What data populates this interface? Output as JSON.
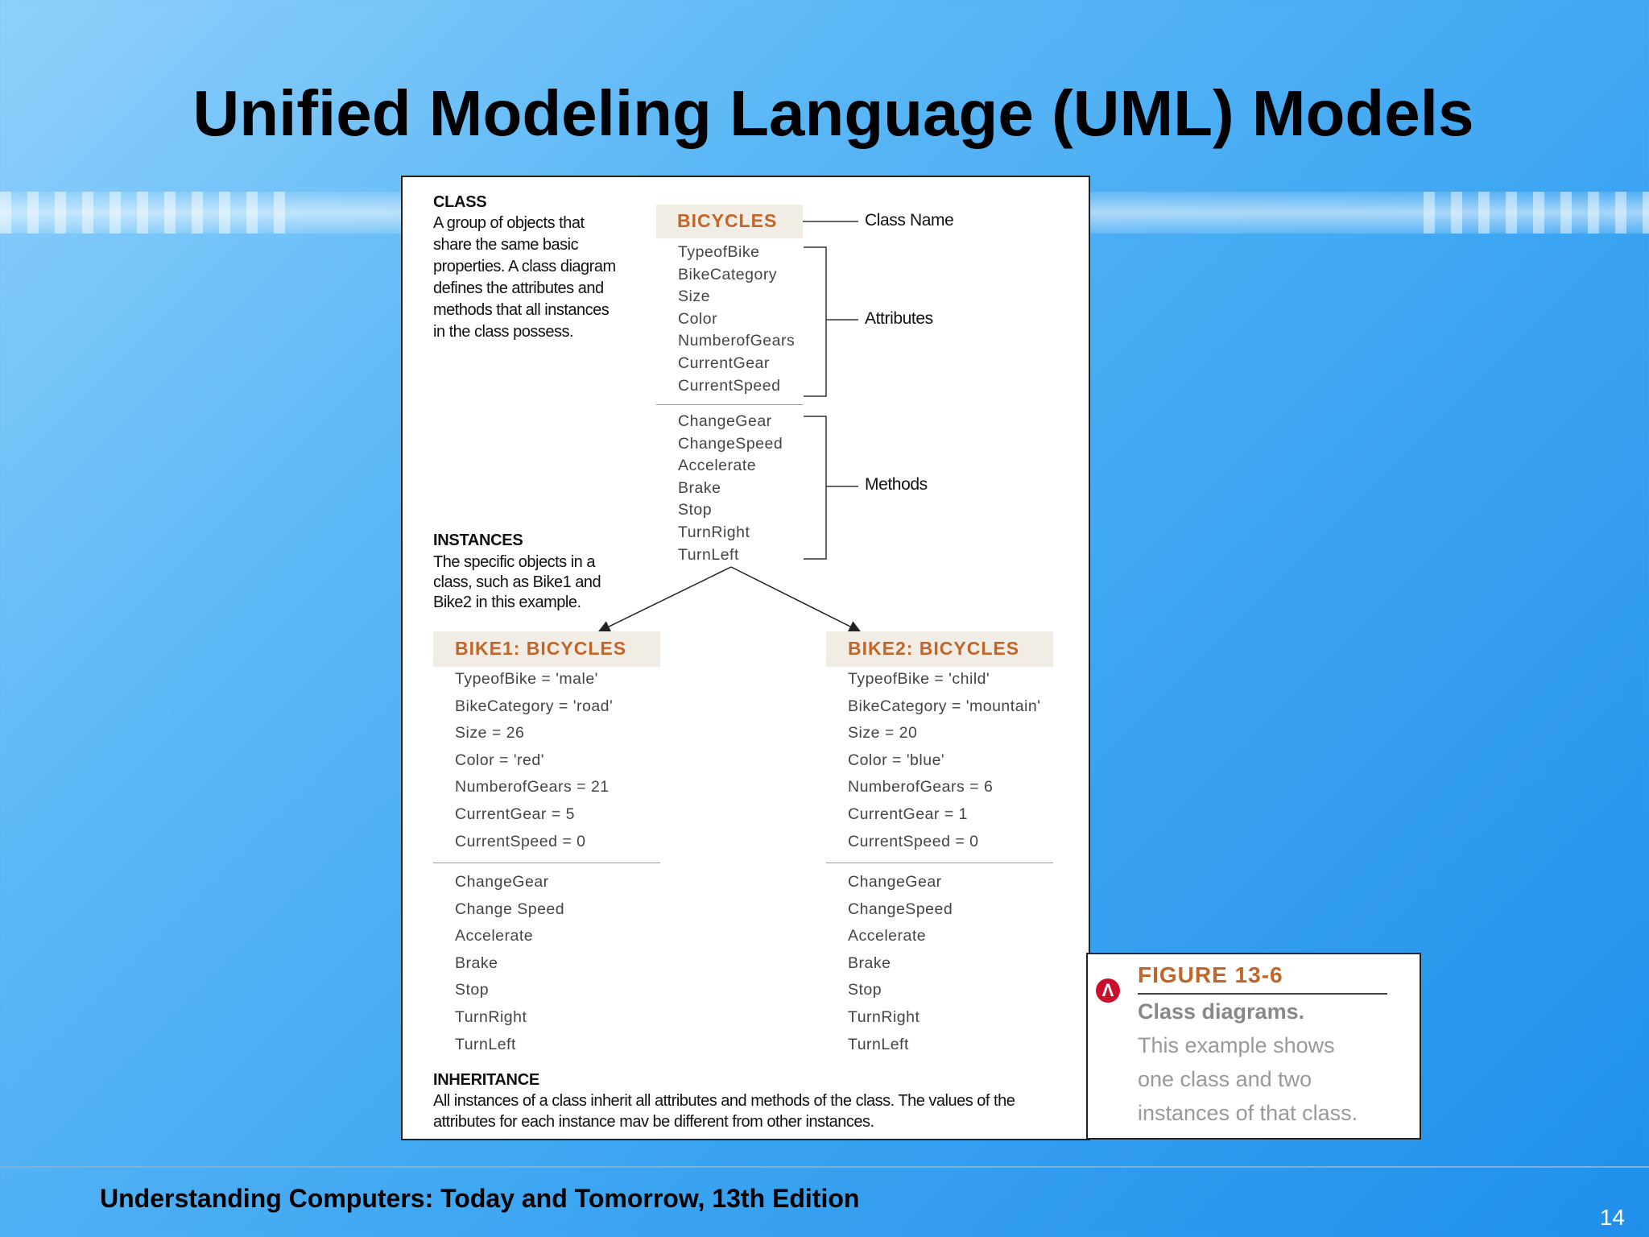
{
  "slide": {
    "title": "Unified Modeling Language (UML) Models",
    "footer": "Understanding Computers: Today and Tomorrow, 13th Edition",
    "page_number": "14"
  },
  "diagram": {
    "class_desc": {
      "heading": "CLASS",
      "body": "A group of objects that\nshare the same basic\nproperties. A class diagram\ndefines the attributes and\nmethods that all instances\nin the class possess."
    },
    "instances_desc": {
      "heading": "INSTANCES",
      "body": "The specific objects in a\nclass, such as Bike1 and\nBike2 in this example."
    },
    "inheritance_desc": {
      "heading": "INHERITANCE",
      "body": "All instances of a class inherit all attributes and methods of the class. The values of the\nattributes for each instance mav be different from other instances."
    },
    "labels": {
      "class_name": "Class Name",
      "attributes": "Attributes",
      "methods": "Methods"
    },
    "class": {
      "name": "BICYCLES",
      "attributes": [
        "TypeofBike",
        "BikeCategory",
        "Size",
        "Color",
        "NumberofGears",
        "CurrentGear",
        "CurrentSpeed"
      ],
      "methods": [
        "ChangeGear",
        "ChangeSpeed",
        "Accelerate",
        "Brake",
        "Stop",
        "TurnRight",
        "TurnLeft"
      ]
    },
    "instances": [
      {
        "name": "BIKE1: BICYCLES",
        "attributes": [
          "TypeofBike = 'male'",
          "BikeCategory = 'road'",
          "Size = 26",
          "Color = 'red'",
          "NumberofGears = 21",
          "CurrentGear = 5",
          "CurrentSpeed = 0"
        ],
        "methods": [
          "ChangeGear",
          "Change Speed",
          "Accelerate",
          "Brake",
          "Stop",
          "TurnRight",
          "TurnLeft"
        ]
      },
      {
        "name": "BIKE2: BICYCLES",
        "attributes": [
          "TypeofBike = 'child'",
          "BikeCategory = 'mountain'",
          "Size = 20",
          "Color = 'blue'",
          "NumberofGears = 6",
          "CurrentGear = 1",
          "CurrentSpeed = 0"
        ],
        "methods": [
          "ChangeGear",
          "ChangeSpeed",
          "Accelerate",
          "Brake",
          "Stop",
          "TurnRight",
          "TurnLeft"
        ]
      }
    ]
  },
  "caption": {
    "figure_label": "FIGURE 13-6",
    "subtitle": "Class diagrams.",
    "text": "This example shows\none class and two\ninstances of that class."
  },
  "colors": {
    "accent": "#c0662a",
    "header_fill": "#f2ede4"
  }
}
